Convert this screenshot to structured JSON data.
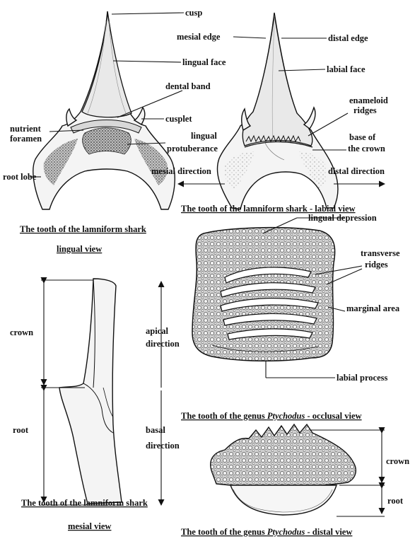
{
  "labels": {
    "cusp": "cusp",
    "lingual_face": "lingual face",
    "dental_band": "dental band",
    "cusplet": "cusplet",
    "nutrient_foramen_1": "nutrient",
    "nutrient_foramen_2": "foramen",
    "lingual_protuberance_1": "lingual",
    "lingual_protuberance_2": "protuberance",
    "root_lobe": "root lobe",
    "mesial_direction": "mesial direction",
    "mesial_edge": "mesial edge",
    "distal_edge": "distal edge",
    "labial_face": "labial face",
    "enameloid_ridges_1": "enameloid",
    "enameloid_ridges_2": "ridges",
    "base_of_crown_1": "base of",
    "base_of_crown_2": "the crown",
    "distal_direction": "distal direction",
    "crown_left": "crown",
    "root_left": "root",
    "apical_direction_1": "apical",
    "apical_direction_2": "direction",
    "basal_direction_1": "basal",
    "basal_direction_2": "direction",
    "lingual_depression": "lingual depression",
    "transverse_ridges_1": "transverse",
    "transverse_ridges_2": "ridges",
    "marginal_area": "marginal area",
    "labial_process": "labial process",
    "crown_right": "crown",
    "root_right": "root"
  },
  "captions": {
    "labial_view": "The tooth of the lamniform shark - labial view",
    "lingual_view_1": "The tooth of the lamniform shark",
    "lingual_view_2": "lingual view",
    "mesial_view_1": "The tooth of the lamniform shark",
    "mesial_view_2": "mesial view",
    "occlusal_view_prefix": "The tooth of the genus ",
    "occlusal_view_genus": "Ptychodus",
    "occlusal_view_suffix": " - occlusal view",
    "distal_view_prefix": "The tooth of the genus ",
    "distal_view_genus": "Ptychodus",
    "distal_view_suffix": " - distal view"
  }
}
